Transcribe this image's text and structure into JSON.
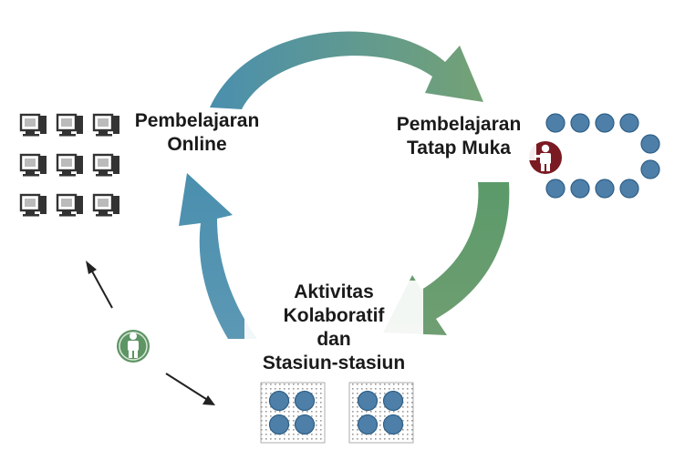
{
  "labels": {
    "online": [
      "Pembelajaran",
      "Online"
    ],
    "tatap_muka": [
      "Pembelajaran",
      "Tatap Muka"
    ],
    "aktivitas": [
      "Aktivitas",
      "Kolaboratif",
      "dan",
      "Stasiun-stasiun"
    ]
  },
  "colors": {
    "arrow_blue": "#4a8fae",
    "arrow_green": "#6f9e72",
    "seat_blue": "#4e7fa8",
    "teacher_red": "#7a1a22",
    "student_green": "#5f9465",
    "computer_gray": "#333333"
  },
  "icons": {
    "computer": "computer-icon",
    "seat": "seat-icon",
    "teacher": "teacher-icon",
    "student": "student-icon"
  }
}
